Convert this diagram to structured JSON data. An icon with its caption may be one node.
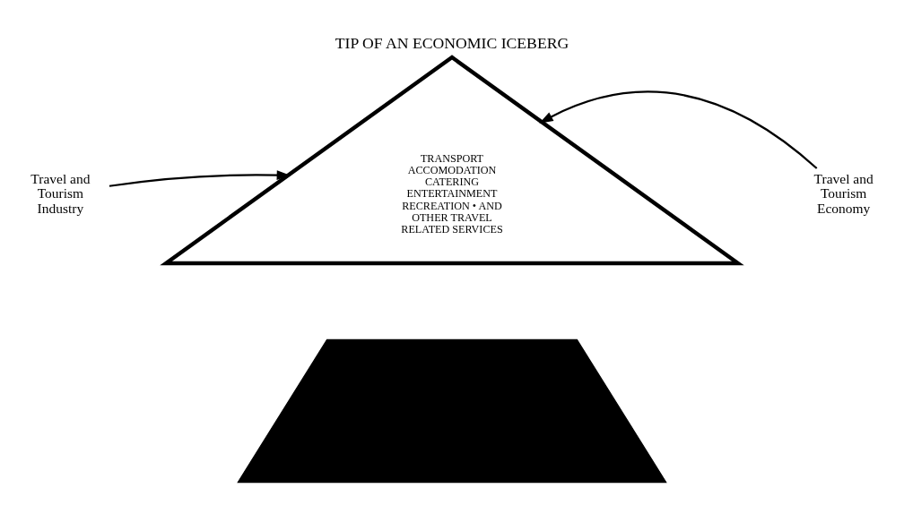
{
  "diagram": {
    "title": "TIP OF AN ECONOMIC ICEBERG",
    "nodes": [
      {
        "text": [
          "TRANSPORT ACCOMODATION CATERING ENTERTAINMENT RECREATION • AND OTHER TRAVEL RELATED SERVICES"
        ]
      },
      {
        "text": [],
        "shape": "trapezium"
      },
      {
        "text": [
          "Travel and Tourism Industry"
        ]
      },
      {
        "text": [
          "Travel and Tourism Economy"
        ]
      }
    ],
    "edges": [
      {
        "from": 2,
        "to": 0,
        "arrow": "to"
      },
      {
        "from": 3,
        "to": 0,
        "arrow": "to"
      }
    ]
  }
}
